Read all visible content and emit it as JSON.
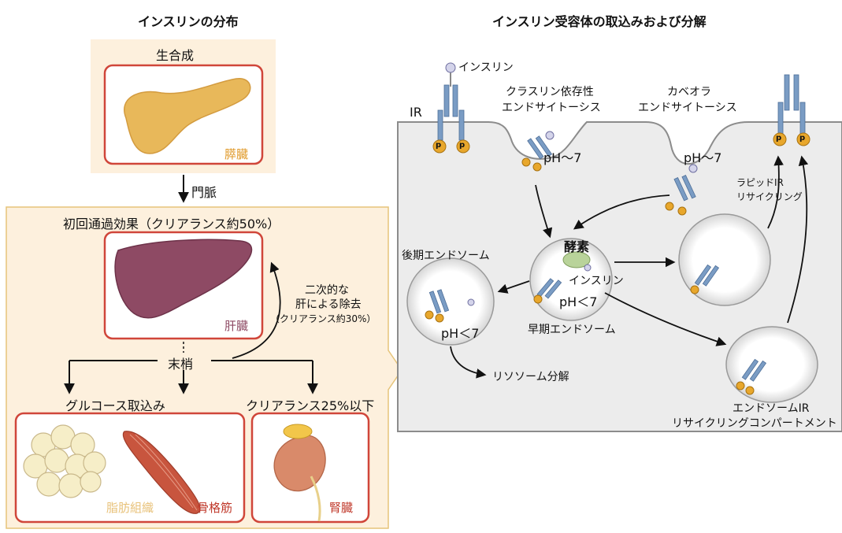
{
  "left_panel": {
    "title": "インスリンの分布",
    "biosynthesis_label": "生合成",
    "pancreas_label": "膵臓",
    "portal_vein_label": "門脈",
    "first_pass_label": "初回通過効果（クリアランス約50%）",
    "liver_label": "肝臓",
    "secondary_liver_removal_line1": "二次的な",
    "secondary_liver_removal_line2": "肝による除去",
    "secondary_liver_removal_line3": "（クリアランス約30%）",
    "periphery_label": "末梢",
    "glucose_uptake_label": "グルコース取込み",
    "kidney_clearance_label": "クリアランス25%以下",
    "adipose_label": "脂肪組織",
    "muscle_label": "骨格筋",
    "kidney_label": "腎臓"
  },
  "right_panel": {
    "title": "インスリン受容体の取込みおよび分解",
    "insulin_label": "インスリン",
    "ir_label": "IR",
    "clathrin_line1": "クラスリン依存性",
    "clathrin_line2": "エンドサイトーシス",
    "caveola_line1": "カベオラ",
    "caveola_line2": "エンドサイトーシス",
    "ph_neutral_1": "pH〜7",
    "ph_neutral_2": "pH〜7",
    "rapid_ir_line1": "ラピッドIR",
    "rapid_ir_line2": "リサイクリング",
    "enzyme_label": "酵素",
    "late_endosome_label": "後期エンドソーム",
    "insulin_inner_label": "インスリン",
    "ph_acid_1": "pH＜7",
    "ph_acid_2": "pH＜7",
    "early_endosome_label": "早期エンドソーム",
    "lysosome_label": "リソソーム分解",
    "recycling_line1": "エンドソームIR",
    "recycling_line2": "リサイクリングコンパートメント",
    "phospho_label": "p"
  },
  "colors": {
    "panel_bg": "#fdf0dd",
    "panel_border": "#e6c47a",
    "organ_box_border": "#d0463a",
    "pancreas": "#e8b85a",
    "liver": "#8e4a64",
    "adipose": "#f6eec8",
    "muscle": "#c8553e",
    "kidney": "#d98a6a",
    "cell_bg": "#ececec",
    "receptor": "#7a9cc4",
    "phospho": "#e8a72c",
    "enzyme": "#b9d39a"
  }
}
